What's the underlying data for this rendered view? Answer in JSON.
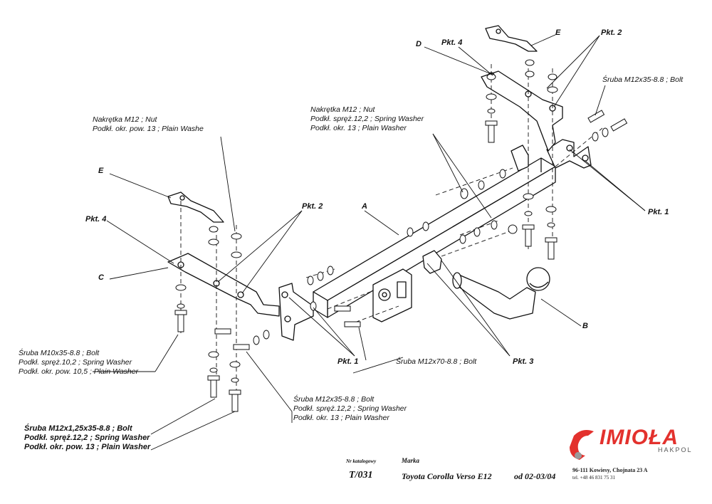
{
  "letters": {
    "a": "A",
    "b": "B",
    "c": "C",
    "d": "D",
    "e_left": "E",
    "e_right": "E"
  },
  "points": {
    "pkt4_left": "Pkt. 4",
    "pkt4_top": "Pkt. 4",
    "pkt2_top": "Pkt. 2",
    "pkt2_mid": "Pkt. 2",
    "pkt1_right": "Pkt. 1",
    "pkt1_bottom": "Pkt. 1",
    "pkt3": "Pkt. 3"
  },
  "callouts": {
    "nut_left": [
      "Nakrętka  M12 ; Nut",
      "Podkł. okr. pow. 13 ; Plain Washe"
    ],
    "nut_center": [
      "Nakrętka  M12 ; Nut",
      "Podkł. spręż.12,2 ; Spring Washer",
      "Podkł. okr. 13 ; Plain Washer"
    ],
    "bolt_right": [
      "Śruba M12x35-8.8 ;  Bolt"
    ],
    "bolt_m10": [
      "Śruba M10x35-8.8 ;  Bolt",
      "Podkł. spręż.10,2 ; Spring Washer",
      "Podkł. okr. pow. 10,5 ; Plain Washer"
    ],
    "bolt_m12x70": [
      "Śruba M12x70-8.8 ;  Bolt"
    ],
    "bolt_m12x35": [
      "Śruba M12x35-8.8 ;  Bolt",
      "Podkł. spręż.12,2 ; Spring Washer",
      "Podkł. okr. 13 ; Plain Washer"
    ],
    "bolt_m12x125": [
      "Śruba M12x1,25x35-8.8 ;  Bolt",
      "Podkł. spręż.12,2 ; Spring Washer",
      "Podkł. okr. pow. 13 ; Plain Washer"
    ]
  },
  "title_block": {
    "catalog_label": "Nr katalogowy",
    "brand_label": "Marka",
    "catalog_no": "T/031",
    "model": "Toyota Corolla Verso E12",
    "date": "od  02-03/04",
    "company_logo": "IMIOŁA",
    "company_sub": "HAKPOL",
    "address_line1": "96-111 Kowiesy, Chojnata 23 A",
    "address_line2": "tel. +48 46 831 75 31"
  },
  "colors": {
    "logo_red": "#e3312d",
    "line": "#111111"
  }
}
